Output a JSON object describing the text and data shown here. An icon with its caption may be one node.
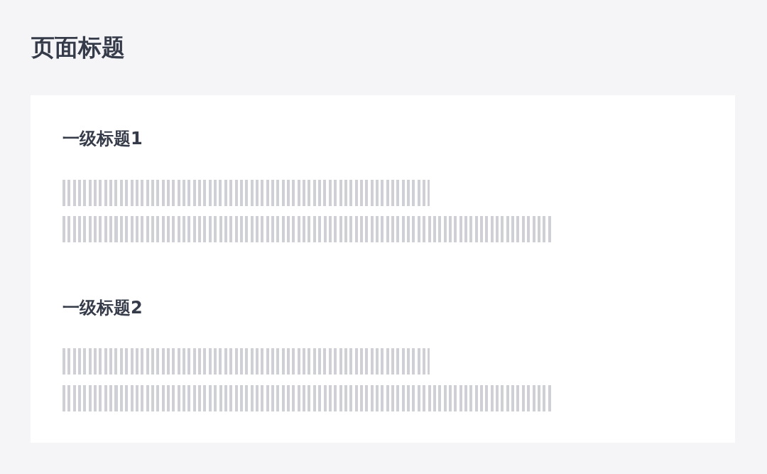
{
  "diagram": {
    "title": "页面标题",
    "nodes": [
      {
        "text": [
          "一级标题1",
          "一级标题2"
        ]
      }
    ]
  }
}
